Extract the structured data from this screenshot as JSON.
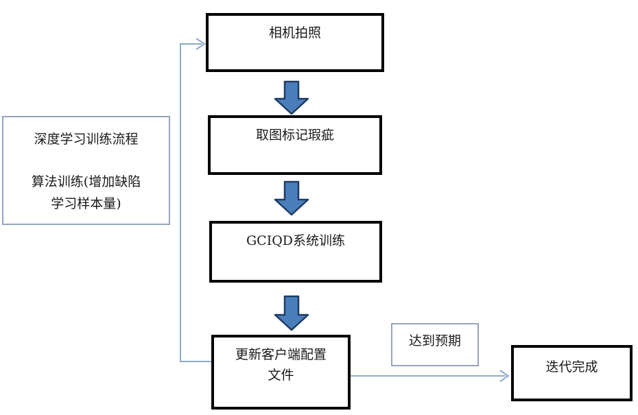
{
  "flowchart": {
    "note_box": {
      "line1": "深度学习训练流程",
      "line2": "算法训练(增加缺陷",
      "line3": "学习样本量)"
    },
    "nodes": {
      "camera": "相机拍照",
      "mark_defects": "取图标记瑕疵",
      "system_training": "GCIQD系统训练",
      "update_config_line1": "更新客户端配置",
      "update_config_line2": "文件",
      "expectation": "达到预期",
      "iteration_complete": "迭代完成"
    },
    "colors": {
      "box-border": "#000000",
      "note-border": "#95a4bd",
      "arrow-fill": "#4a7ebb",
      "arrow-stroke": "#1f3a63",
      "connector": "#8fa9cc"
    }
  }
}
